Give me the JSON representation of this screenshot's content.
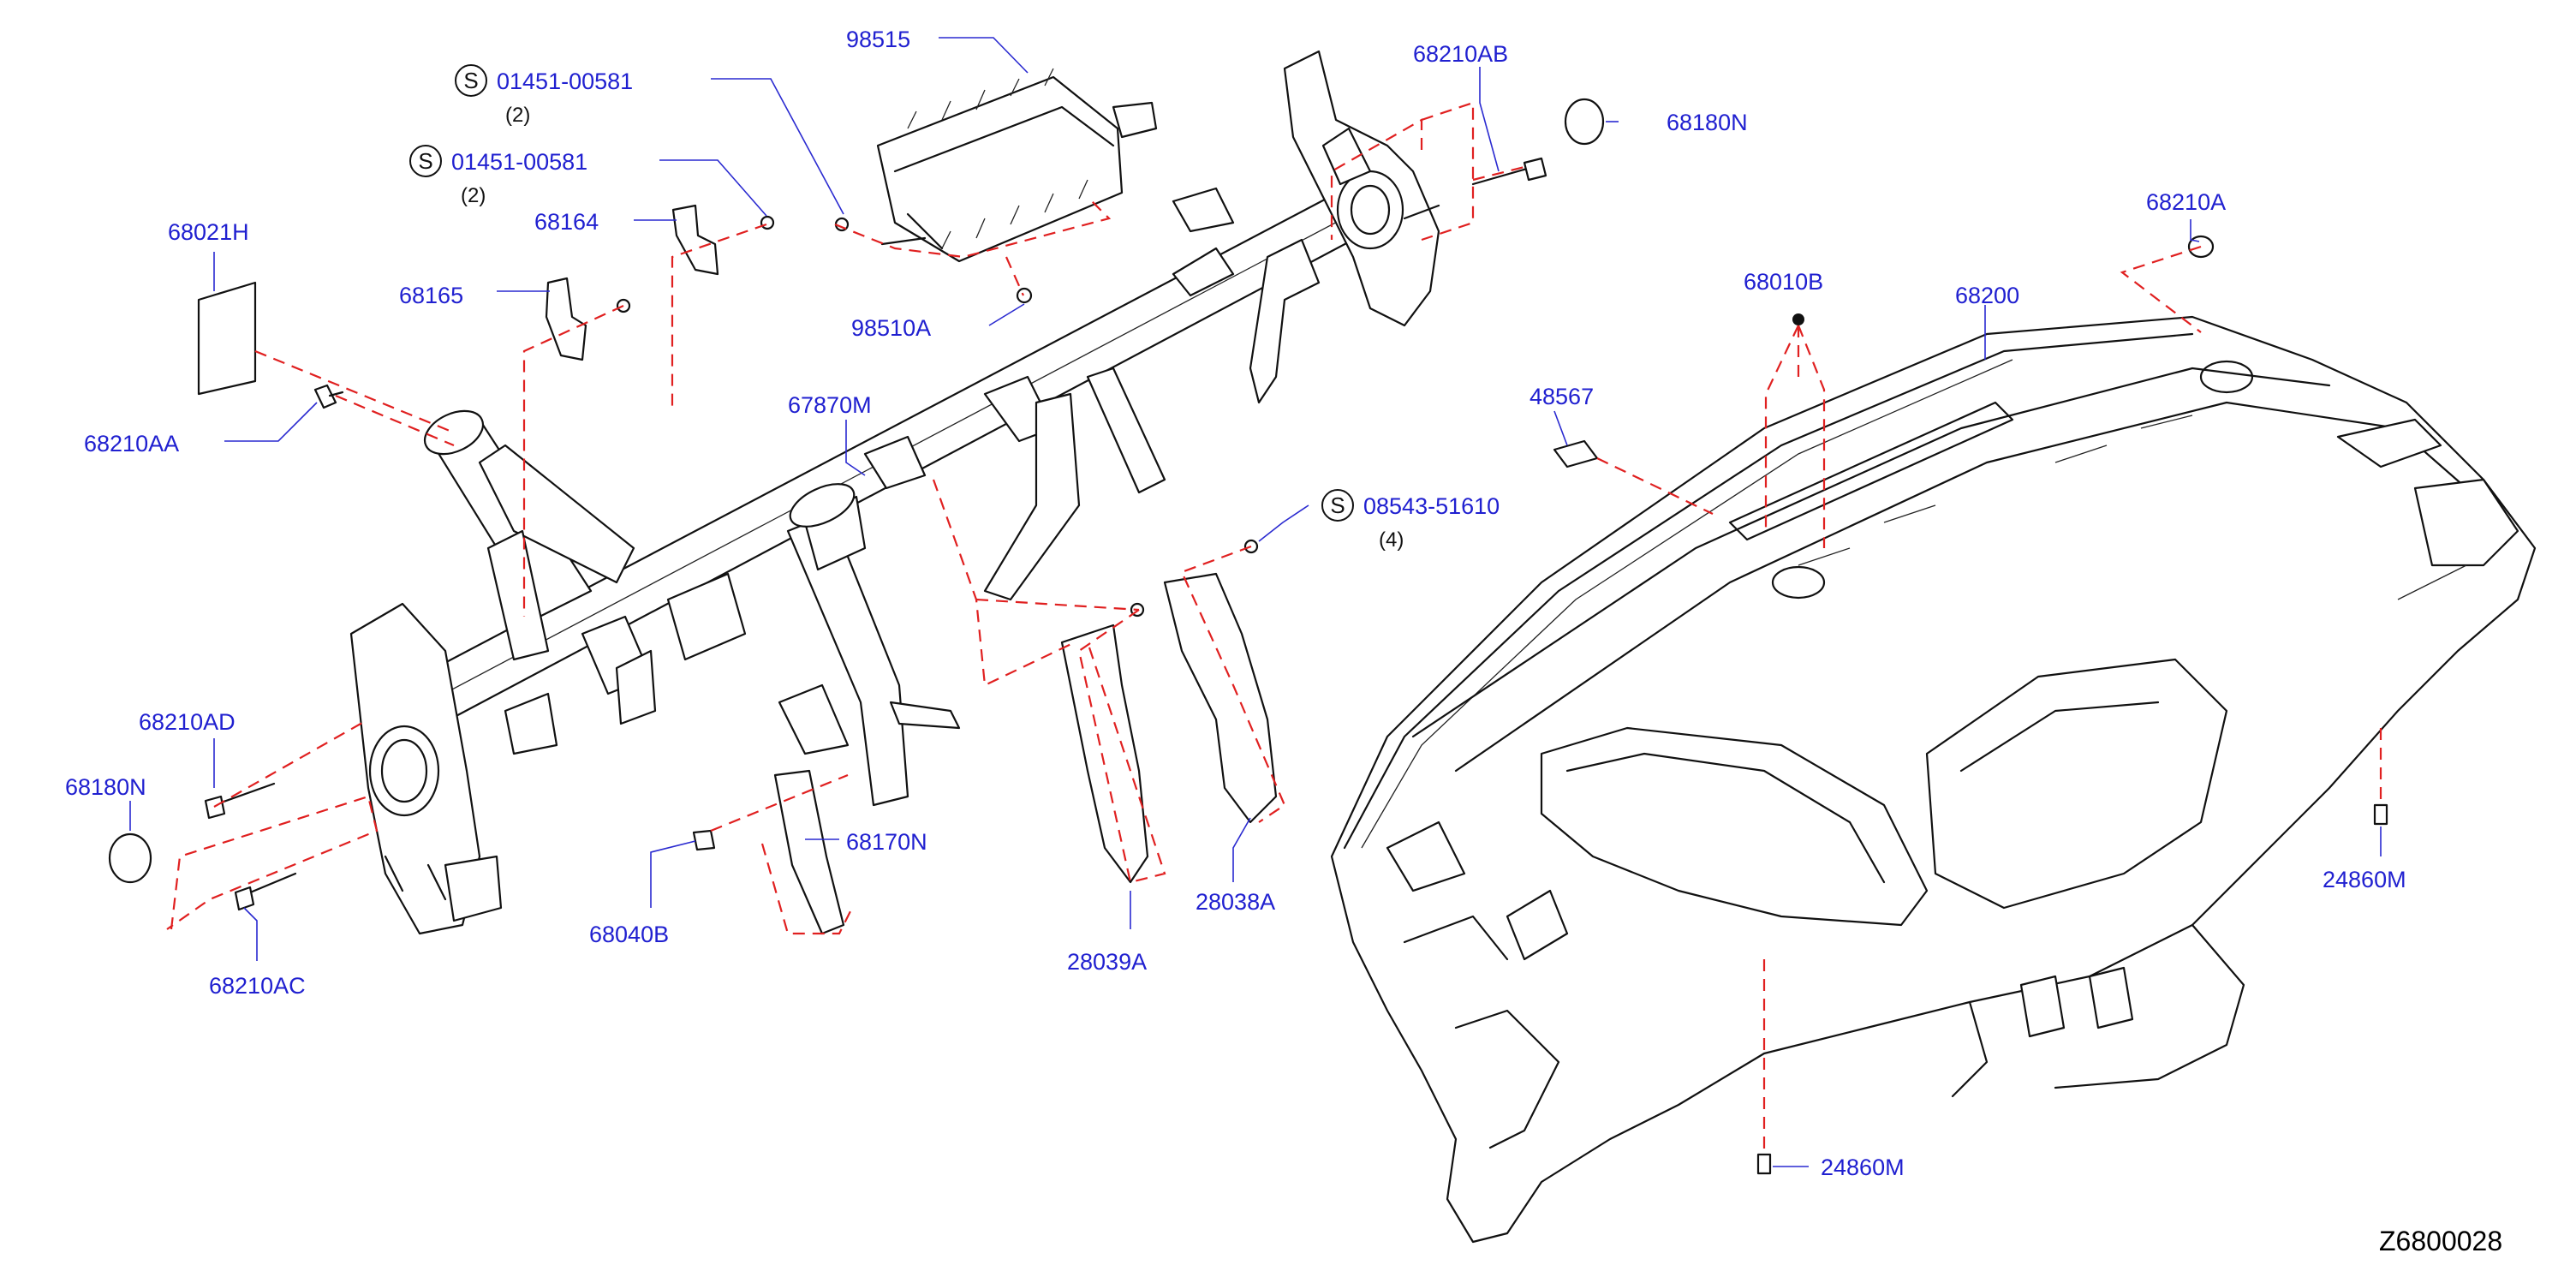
{
  "diagram_code": "Z6800028",
  "parts": [
    {
      "id": "98515",
      "label": "98515"
    },
    {
      "id": "68210AB",
      "label": "68210AB"
    },
    {
      "id": "68180N-top",
      "label": "68180N"
    },
    {
      "id": "68164",
      "label": "68164"
    },
    {
      "id": "68021H",
      "label": "68021H"
    },
    {
      "id": "68165",
      "label": "68165"
    },
    {
      "id": "98510A",
      "label": "98510A"
    },
    {
      "id": "68210A",
      "label": "68210A"
    },
    {
      "id": "68010B",
      "label": "68010B"
    },
    {
      "id": "68200",
      "label": "68200"
    },
    {
      "id": "68210AA",
      "label": "68210AA"
    },
    {
      "id": "67870M",
      "label": "67870M"
    },
    {
      "id": "48567",
      "label": "48567"
    },
    {
      "id": "68210AD",
      "label": "68210AD"
    },
    {
      "id": "68180N-left",
      "label": "68180N"
    },
    {
      "id": "68170N",
      "label": "68170N"
    },
    {
      "id": "28038A",
      "label": "28038A"
    },
    {
      "id": "28039A",
      "label": "28039A"
    },
    {
      "id": "68040B",
      "label": "68040B"
    },
    {
      "id": "68210AC",
      "label": "68210AC"
    },
    {
      "id": "24860M-right",
      "label": "24860M"
    },
    {
      "id": "24860M-bottom",
      "label": "24860M"
    }
  ],
  "standard_parts": [
    {
      "id": "s1",
      "badge": "S",
      "number": "01451-00581",
      "qty": "(2)"
    },
    {
      "id": "s2",
      "badge": "S",
      "number": "01451-00581",
      "qty": "(2)"
    },
    {
      "id": "s3",
      "badge": "S",
      "number": "08543-51610",
      "qty": "(4)"
    }
  ],
  "colors": {
    "label": "#2020d0",
    "leader": "#2a2ad0",
    "dashed_guide": "#e02020",
    "linework": "#111111",
    "background": "#ffffff"
  }
}
